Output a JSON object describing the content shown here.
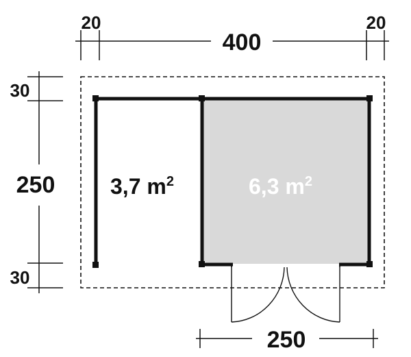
{
  "dimensions": {
    "top_left_offset": "20",
    "top_total": "400",
    "top_right_offset": "20",
    "left_top_offset": "30",
    "left_total": "250",
    "left_bottom_offset": "30",
    "bottom_width": "250"
  },
  "areas": {
    "open_area": {
      "value": "3,7 m",
      "sup": "2"
    },
    "enclosed_area": {
      "value": "6,3 m",
      "sup": "2"
    }
  },
  "colors": {
    "line": "#111111",
    "enclosed_fill": "#d9d9d9",
    "enclosed_label": "#ffffff",
    "open_label": "#111111"
  }
}
